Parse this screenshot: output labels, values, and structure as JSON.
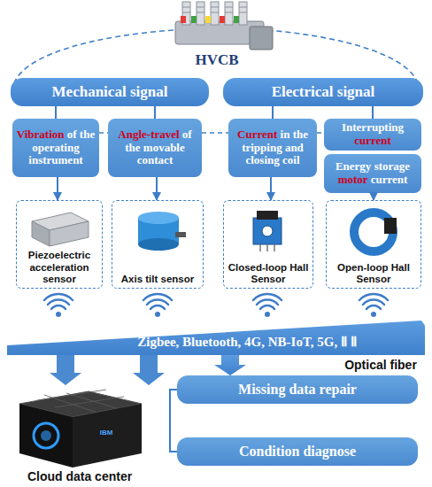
{
  "diagram": {
    "nodes": [
      {
        "text": [
          "Mechanical signal"
        ]
      },
      {
        "text": [
          "Electrical signal"
        ]
      },
      {
        "text": [
          "Vibration of the operating instrument"
        ]
      },
      {
        "text": [
          "Angle-travel of the movable contact"
        ]
      },
      {
        "text": [
          "Current in the tripping and closing coil"
        ]
      },
      {
        "text": [
          "Interrupting current"
        ]
      },
      {
        "text": [
          "Energy storage motor current"
        ]
      },
      {
        "text": [
          "Piezoelectric acceleration sensor"
        ]
      },
      {
        "text": [
          "Axis tilt sensor"
        ]
      },
      {
        "text": [
          "Closed-loop Hall Sensor"
        ]
      },
      {
        "text": [
          "Open-loop Hall Sensor"
        ]
      },
      {
        "text": [
          "Zigbee, Bluetooth, 4G, NB-IoT, 5G, Ⅱ Ⅱ"
        ]
      },
      {
        "text": [
          "Missing data repair"
        ]
      },
      {
        "text": [
          "Condition diagnose"
        ]
      }
    ],
    "edges": [
      {
        "from": 0,
        "to": 2,
        "arrow": "none"
      },
      {
        "from": 0,
        "to": 3,
        "arrow": "none"
      },
      {
        "from": 1,
        "to": 4,
        "arrow": "none"
      },
      {
        "from": 1,
        "to": 5,
        "arrow": "none"
      },
      {
        "from": 2,
        "to": 7,
        "arrow": "to"
      },
      {
        "from": 3,
        "to": 8,
        "arrow": "to"
      },
      {
        "from": 4,
        "to": 9,
        "arrow": "to"
      },
      {
        "from": 6,
        "to": 10,
        "arrow": "to"
      },
      {
        "from": 11,
        "to": 12,
        "arrow": "to"
      },
      {
        "from": 12,
        "to": 13,
        "arrow": "none"
      }
    ],
    "labels": [
      "HVCB",
      "Optical fiber",
      "Cloud data center",
      "IBM"
    ]
  }
}
